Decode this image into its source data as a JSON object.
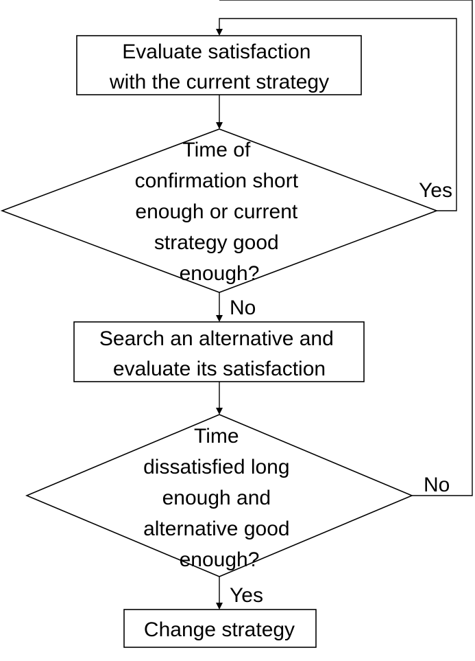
{
  "diagram": {
    "evaluate_box": {
      "lines": [
        "Evaluate satisfaction",
        "with the current strategy"
      ]
    },
    "decision1": {
      "lines": [
        "Time of",
        "confirmation short",
        "enough or current",
        "strategy good",
        "enough?"
      ]
    },
    "decision1_yes": "Yes",
    "decision1_no": "No",
    "search_box": {
      "lines": [
        "Search an alternative and",
        "evaluate its satisfaction"
      ]
    },
    "decision2": {
      "lines": [
        "Time",
        "dissatisfied long",
        "enough and",
        "alternative good",
        "enough?"
      ]
    },
    "decision2_no": "No",
    "decision2_yes": "Yes",
    "change_box": {
      "lines": [
        "Change strategy"
      ]
    }
  }
}
